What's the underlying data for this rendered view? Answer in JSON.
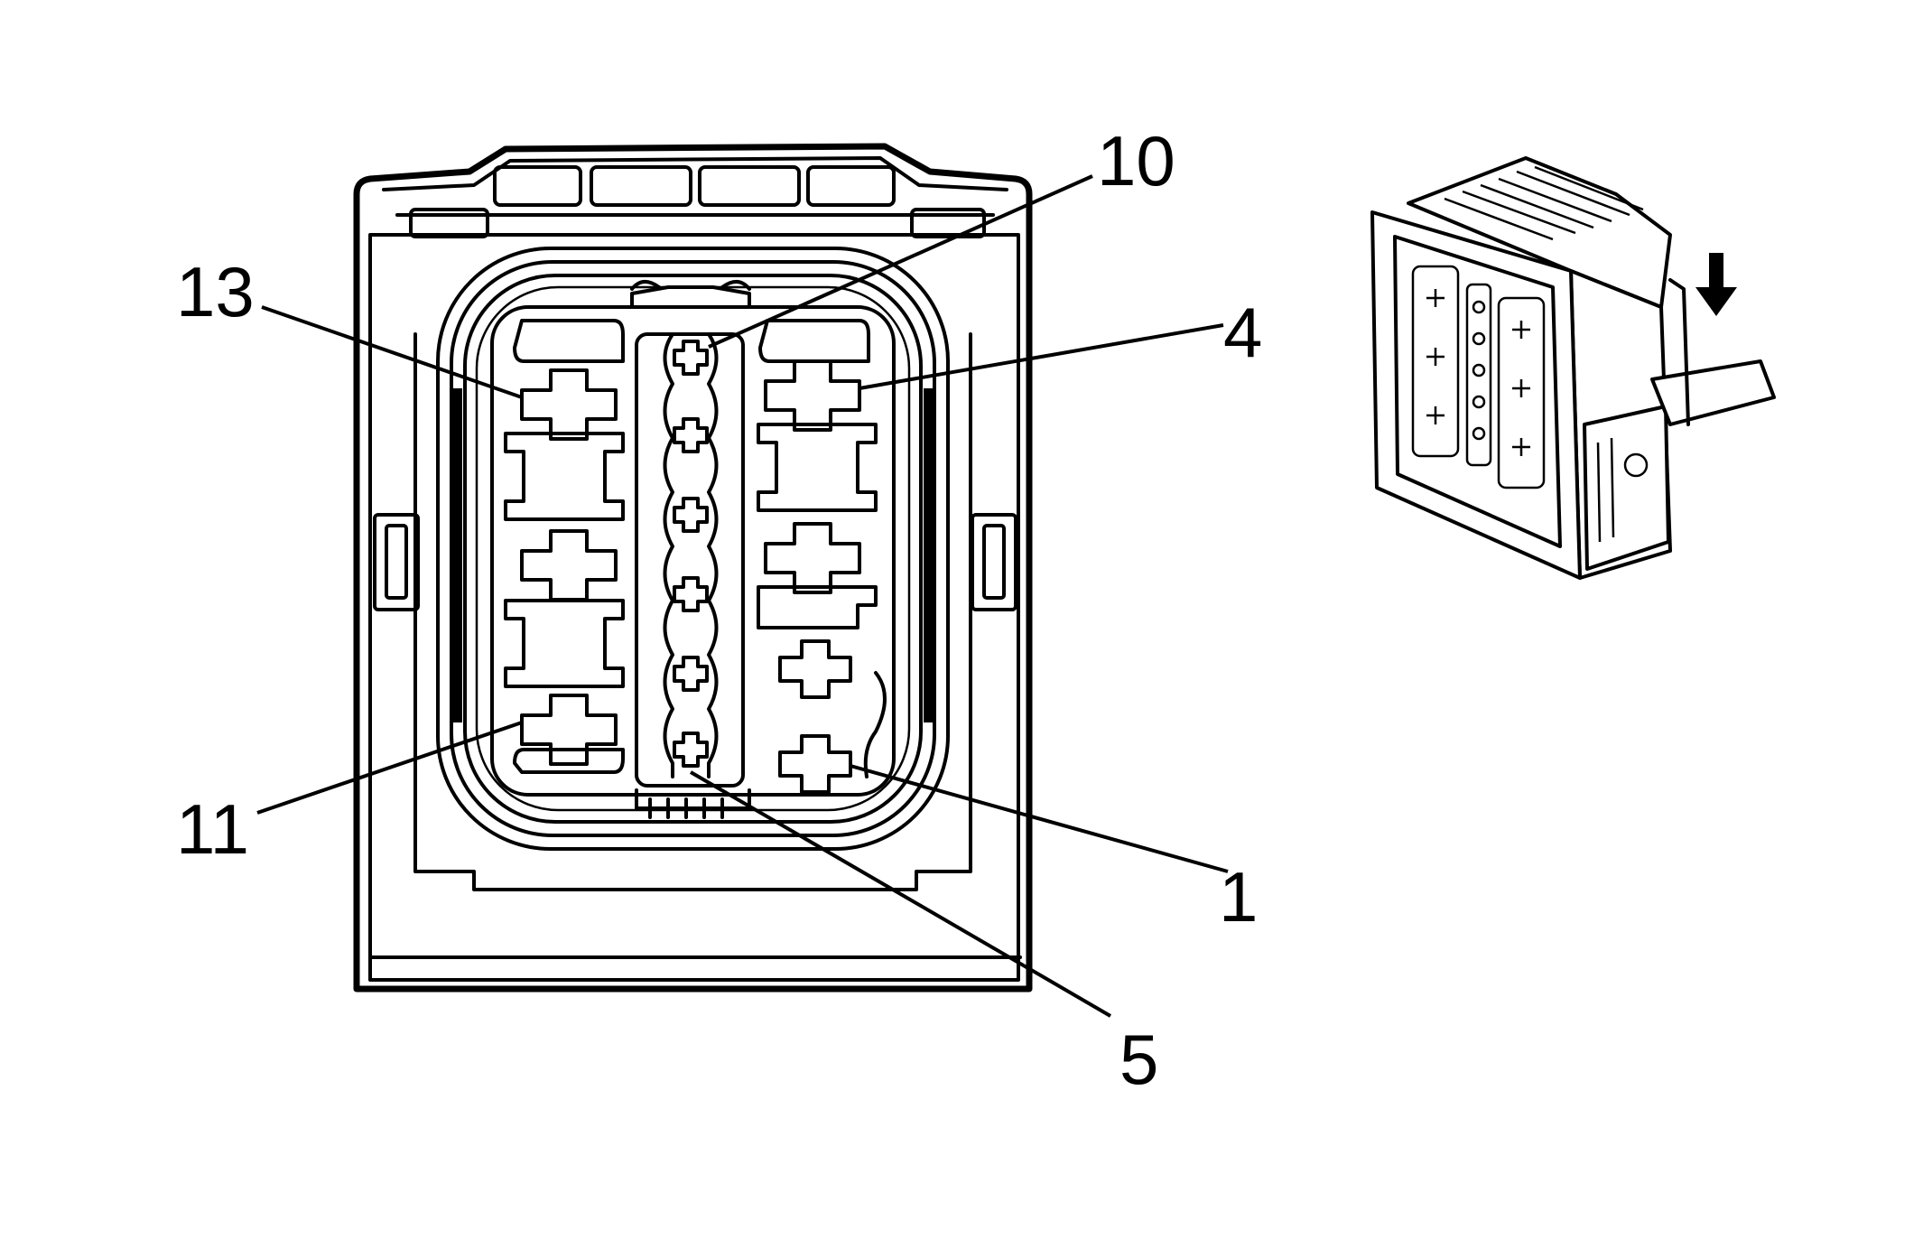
{
  "pin_labels": {
    "pin_10": "10",
    "pin_13": "13",
    "pin_4": "4",
    "pin_11": "11",
    "pin_1": "1",
    "pin_5": "5"
  },
  "colors": {
    "line": "#000000",
    "background": "#ffffff"
  },
  "icons": {
    "insertion_arrow": "arrow-down-icon"
  }
}
